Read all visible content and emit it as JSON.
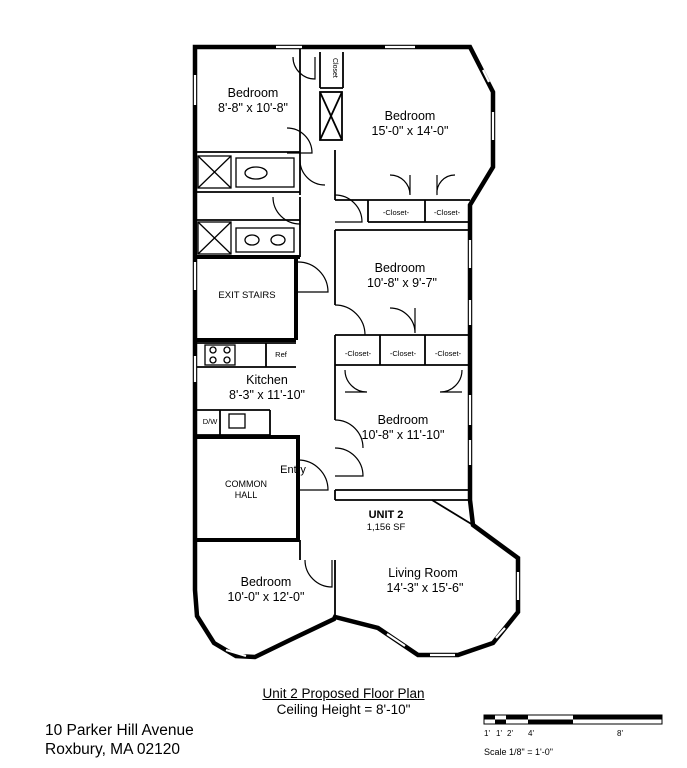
{
  "rooms": {
    "bedroom_nw": {
      "name": "Bedroom",
      "dims": "8'-8\" x 10'-8\""
    },
    "bedroom_ne": {
      "name": "Bedroom",
      "dims": "15'-0\" x 14'-0\""
    },
    "bedroom_mid": {
      "name": "Bedroom",
      "dims": "10'-8\" x 9'-7\""
    },
    "bedroom_se": {
      "name": "Bedroom",
      "dims": "10'-8\" x 11'-10\""
    },
    "bedroom_sw": {
      "name": "Bedroom",
      "dims": "10'-0\" x 12'-0\""
    },
    "kitchen": {
      "name": "Kitchen",
      "dims": "8'-3\" x 11'-10\""
    },
    "living": {
      "name": "Living Room",
      "dims": "14'-3\" x 15'-6\""
    },
    "exit_stairs": "EXIT STAIRS",
    "common_hall": [
      "COMMON",
      "HALL"
    ],
    "entry": "Entry"
  },
  "labels": {
    "closet": "Closet",
    "closet_side": "-Closet-",
    "closet_mid": "-Closet-",
    "ref": "Ref",
    "dw": "D/W"
  },
  "unit": {
    "name": "UNIT 2",
    "area": "1,156 SF"
  },
  "caption": {
    "title": "Unit 2 Proposed Floor Plan",
    "ceiling": "Ceiling Height = 8'-10\""
  },
  "address": {
    "line1": "10 Parker Hill Avenue",
    "line2": "Roxbury, MA 02120"
  },
  "scale": {
    "ticks": [
      "1'",
      "1'",
      "2'",
      "4'",
      "8'"
    ],
    "label": "Scale  1/8\" = 1'-0\""
  }
}
